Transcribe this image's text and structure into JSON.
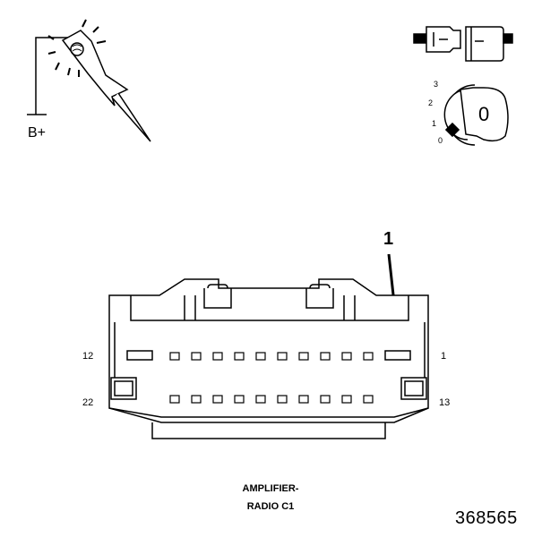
{
  "test_light": {
    "label": "B+",
    "icon": "test-light-probe-icon"
  },
  "connector_symbol": {
    "icon": "connector-disconnected-icon"
  },
  "ignition_switch": {
    "icon": "ignition-key-icon",
    "key_label": "0",
    "positions": [
      "3",
      "2",
      "1",
      "0"
    ]
  },
  "callout": {
    "label": "1"
  },
  "connector": {
    "pin_labels": {
      "top_left": "12",
      "top_right": "1",
      "bottom_left": "22",
      "bottom_right": "13"
    },
    "caption_line1": "AMPLIFIER-",
    "caption_line2": "RADIO C1"
  },
  "figure_number": "368565"
}
